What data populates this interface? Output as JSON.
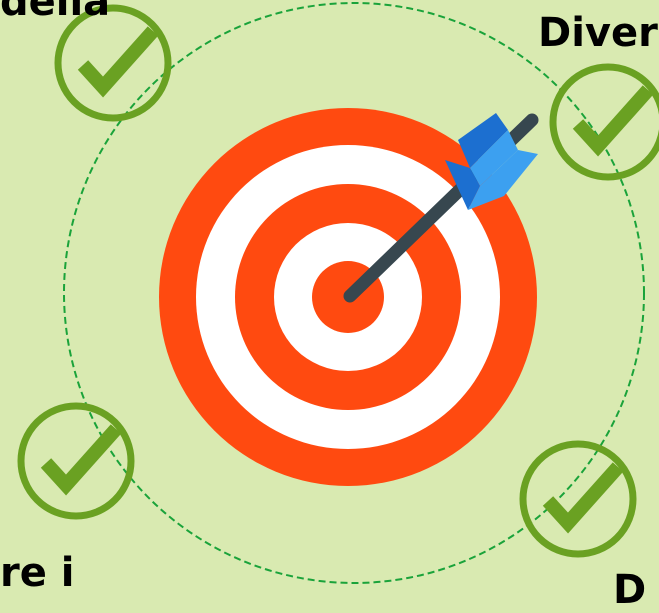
{
  "labels": {
    "top_left": "della",
    "top_right": "Diver",
    "bottom_left": "re i",
    "bottom_right": "D"
  },
  "icons": {
    "check": "check-circle-icon",
    "target": "bullseye-target-icon",
    "dart": "dart-arrow-icon",
    "ring": "dashed-circle"
  },
  "colors": {
    "background": "#d9eab1",
    "check_green": "#6aa122",
    "dashed_ring": "#1aa33a",
    "target_red": "#ff4a10",
    "target_white": "#ffffff",
    "dart_shaft": "#37474f",
    "dart_fletch_dark": "#1c6fd0",
    "dart_fletch_light": "#3ca0f0"
  }
}
